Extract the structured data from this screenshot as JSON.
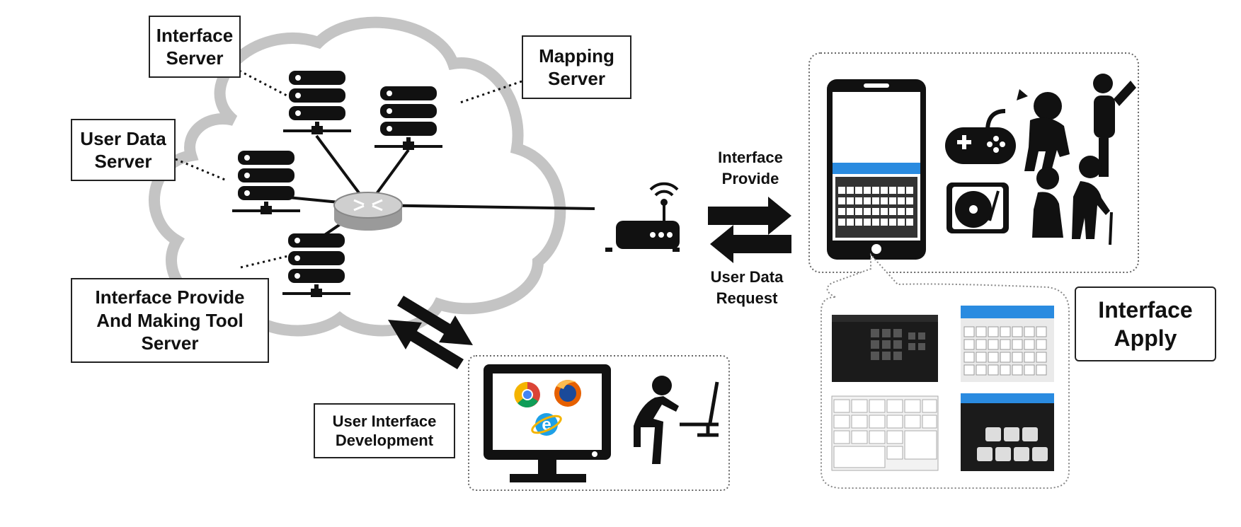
{
  "labels": {
    "interface_server": [
      "Interface",
      "Server"
    ],
    "mapping_server": [
      "Mapping",
      "Server"
    ],
    "user_data_server": [
      "User Data",
      "Server"
    ],
    "tool_server": [
      "Interface Provide",
      "And Making Tool",
      "Server"
    ],
    "user_interface_development": [
      "User Interface",
      "Development"
    ],
    "interface_apply": [
      "Interface",
      "Apply"
    ]
  },
  "arrows": {
    "interface_provide": [
      "Interface",
      "Provide"
    ],
    "user_data_request": [
      "User Data",
      "Request"
    ]
  },
  "colors": {
    "cloud_outline": "#c4c4c4",
    "icon": "#111111",
    "router": "#c9c9c9",
    "phone_screen_bar": "#2a8be0",
    "box_border": "#222222"
  }
}
